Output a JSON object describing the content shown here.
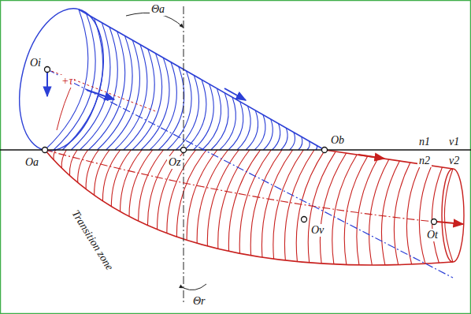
{
  "diagram": {
    "labels": [
      "Θa",
      "Oi",
      "+τ",
      "Oa",
      "Oz",
      "Ob",
      "n1",
      "v1",
      "n2",
      "v2",
      "Transition zone",
      "Ov",
      "Ot",
      "Θr"
    ]
  }
}
